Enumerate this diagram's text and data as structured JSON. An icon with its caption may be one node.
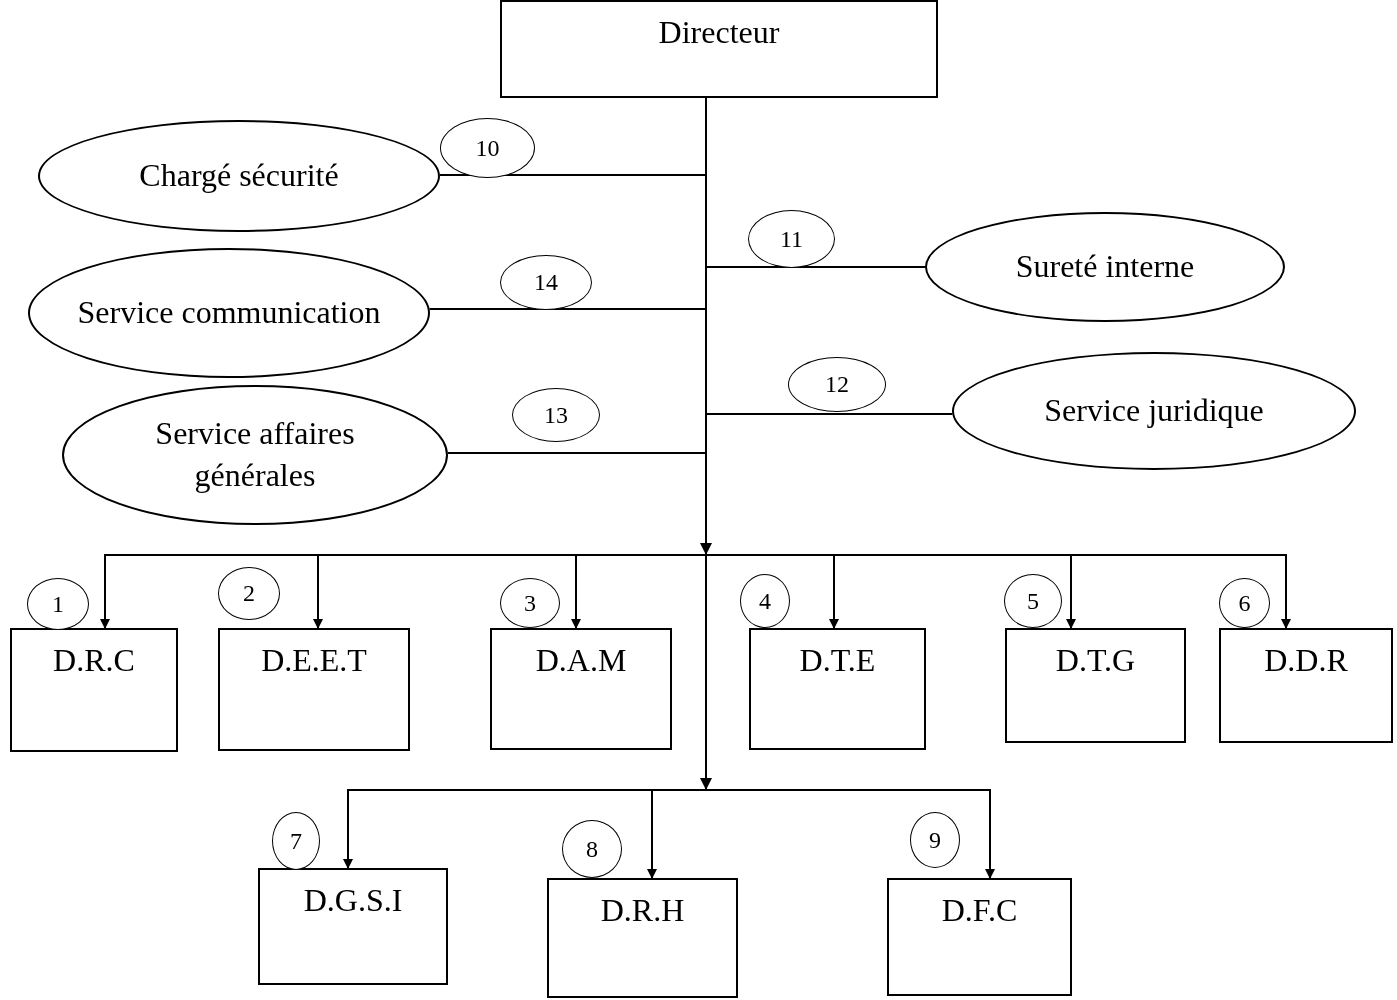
{
  "diagram": {
    "nodes": [
      {
        "text": [
          "Directeur"
        ]
      },
      {
        "text": [
          "Chargé sécurité"
        ],
        "beside": [
          "10"
        ]
      },
      {
        "text": [
          "Sureté interne"
        ]
      },
      {
        "text": [
          "Service communication"
        ]
      },
      {
        "text": [
          "Service juridique"
        ]
      },
      {
        "text": [
          "Service affaires générales"
        ]
      },
      {
        "text": [
          "D.R.C"
        ],
        "beside": [
          "1"
        ]
      },
      {
        "text": [
          "D.E.E.T"
        ],
        "beside": [
          "2"
        ]
      },
      {
        "text": [
          "D.A.M"
        ],
        "beside": [
          "3"
        ]
      },
      {
        "text": [
          "D.T.E"
        ],
        "beside": [
          "4"
        ]
      },
      {
        "text": [
          "D.T.G"
        ],
        "beside": [
          "5"
        ]
      },
      {
        "text": [
          "D.D.R"
        ],
        "beside": [
          "6"
        ]
      },
      {
        "text": [
          "D.G.S.I"
        ],
        "beside": [
          "7"
        ]
      },
      {
        "text": [
          "D.R.H"
        ],
        "beside": [
          "8"
        ]
      },
      {
        "text": [
          "D.F.C"
        ],
        "beside": [
          "9"
        ]
      }
    ],
    "edges": [
      {
        "from": 0,
        "to": 1,
        "arrow": "none"
      },
      {
        "from": 0,
        "to": 2,
        "arrow": "none"
      },
      {
        "from": 0,
        "to": 3,
        "arrow": "none"
      },
      {
        "from": 0,
        "to": 4,
        "arrow": "none"
      },
      {
        "from": 0,
        "to": 5,
        "arrow": "none"
      },
      {
        "from": 0,
        "to": 6,
        "arrow": "to"
      },
      {
        "from": 0,
        "to": 7,
        "arrow": "to"
      },
      {
        "from": 0,
        "to": 8,
        "arrow": "to"
      },
      {
        "from": 0,
        "to": 9,
        "arrow": "to"
      },
      {
        "from": 0,
        "to": 10,
        "arrow": "to"
      },
      {
        "from": 0,
        "to": 11,
        "arrow": "to"
      },
      {
        "from": 0,
        "to": 12,
        "arrow": "to"
      },
      {
        "from": 0,
        "to": 13,
        "arrow": "to"
      },
      {
        "from": 0,
        "to": 14,
        "arrow": "to"
      }
    ],
    "labels": [
      "11",
      "14",
      "12",
      "13"
    ]
  }
}
